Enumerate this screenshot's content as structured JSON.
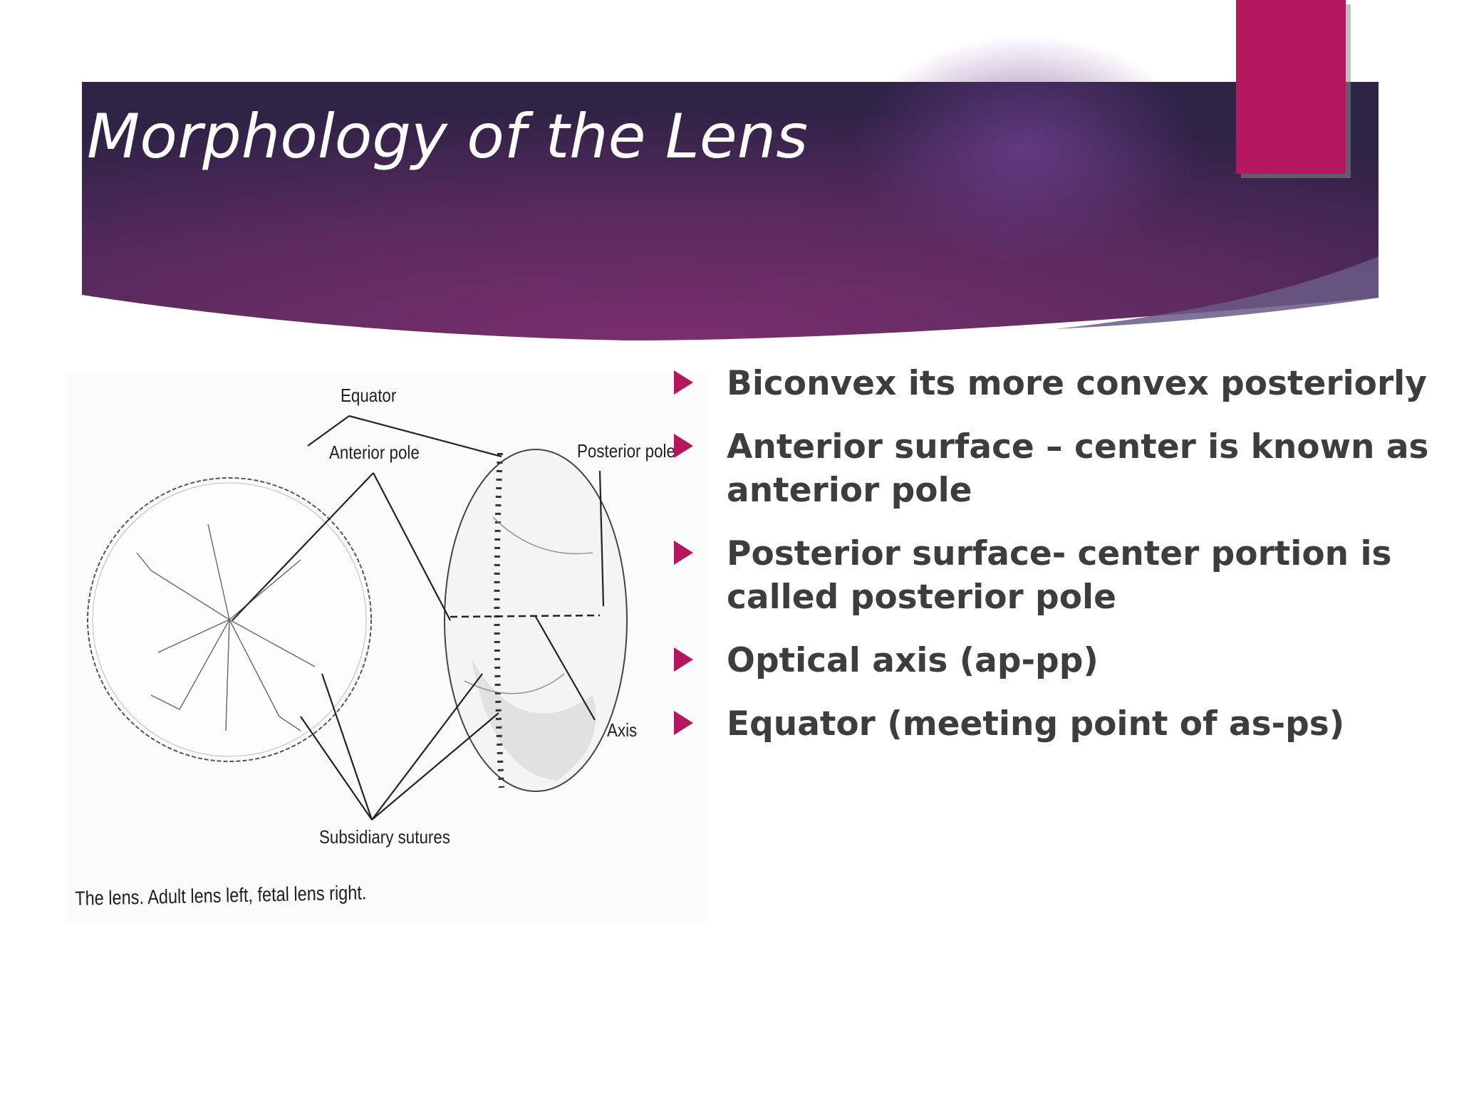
{
  "slide": {
    "title": "Morphology of the Lens",
    "colors": {
      "banner_dark": "#3a2452",
      "banner_mid": "#6d2d67",
      "accent": "#b5175f",
      "bullet_marker": "#b5175f",
      "body_text": "#3d3d3d"
    }
  },
  "figure": {
    "labels": {
      "equator": "Equator",
      "anterior_pole": "Anterior pole",
      "posterior_pole": "Posterior pole",
      "axis": "Axis",
      "subsidiary_sutures": "Subsidiary sutures"
    },
    "caption": "The lens. Adult lens left, fetal lens right."
  },
  "bullets": [
    {
      "marker_icon": "triangle-right-icon",
      "text": "Biconvex  its more convex posteriorly"
    },
    {
      "marker_icon": "triangle-right-icon",
      "text": "Anterior surface – center is known as anterior pole"
    },
    {
      "marker_icon": "triangle-right-icon",
      "text": "Posterior surface- center portion is called posterior pole"
    },
    {
      "marker_icon": "triangle-right-icon",
      "text": "Optical axis (ap-pp)"
    },
    {
      "marker_icon": "triangle-right-icon",
      "text": "Equator (meeting point of as-ps)"
    }
  ]
}
